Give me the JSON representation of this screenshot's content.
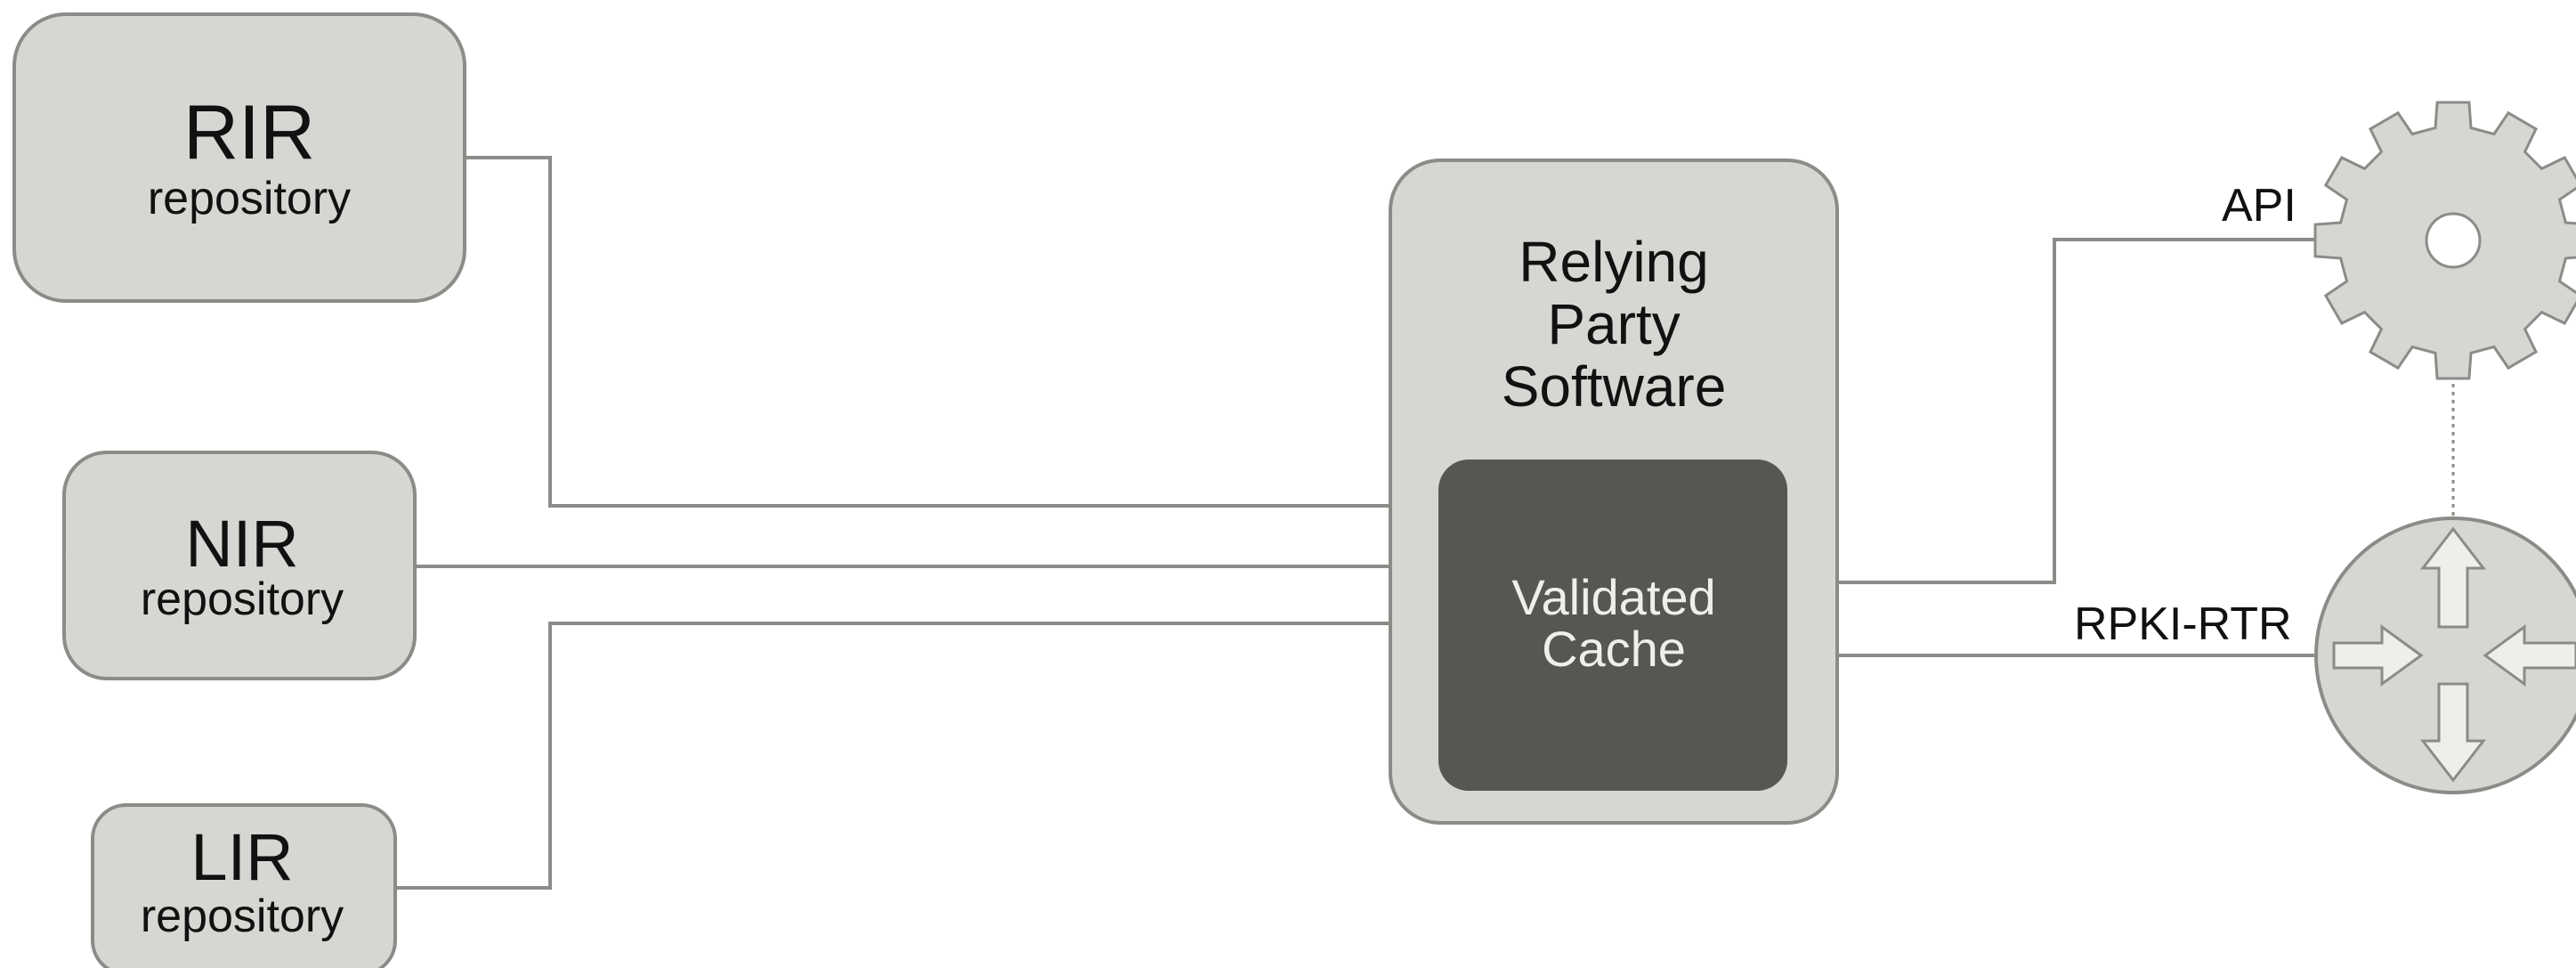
{
  "sources": {
    "rir": {
      "title": "RIR",
      "subtitle": "repository"
    },
    "nir": {
      "title": "NIR",
      "subtitle": "repository"
    },
    "lir": {
      "title": "LIR",
      "subtitle": "repository"
    }
  },
  "relying_party": {
    "lines": [
      "Relying",
      "Party",
      "Software"
    ]
  },
  "cache": {
    "lines": [
      "Validated",
      "Cache"
    ]
  },
  "outputs": {
    "api_label": "API",
    "rtr_label": "RPKI-RTR",
    "api_icon": "gear-icon",
    "router_icon": "router-icon"
  },
  "colors": {
    "box_fill": "#d6d7d2",
    "box_stroke": "#8b8c88",
    "cache_fill": "#565753",
    "cache_text": "#eeeeea"
  }
}
